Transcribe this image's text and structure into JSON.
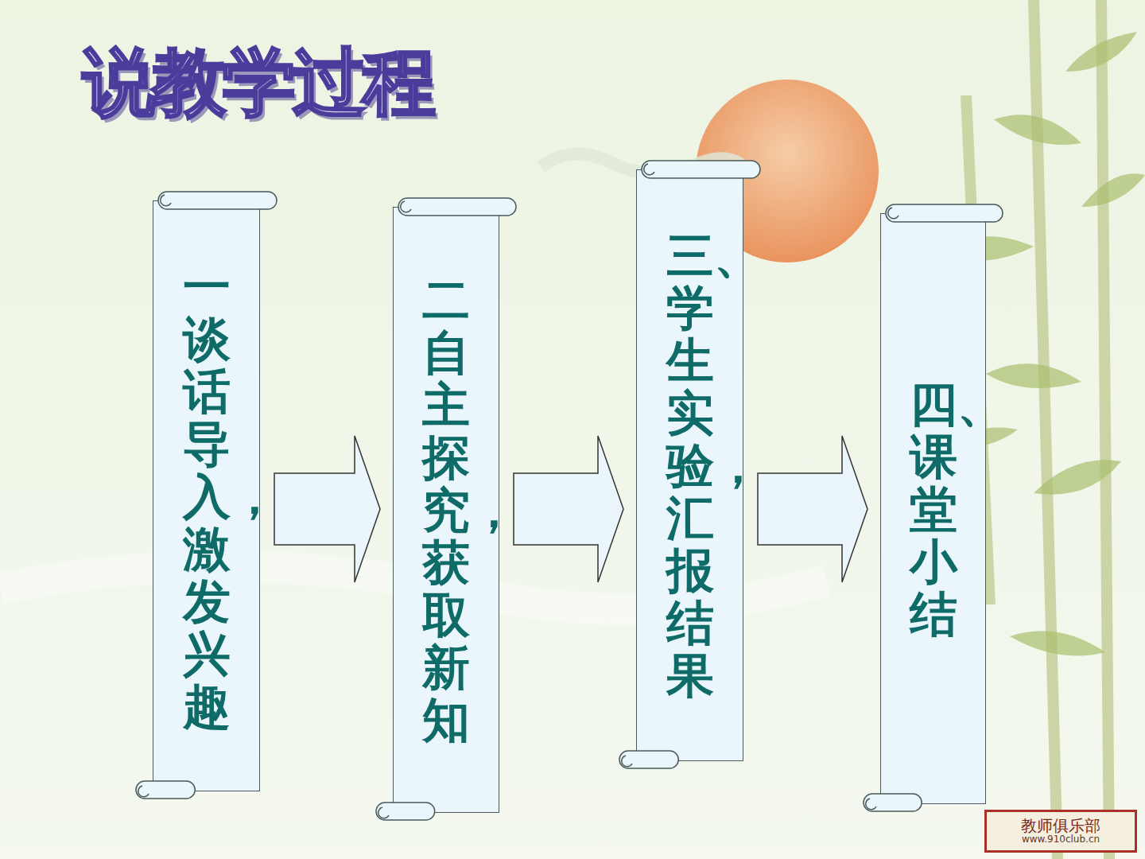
{
  "diagram": {
    "title": "说教学过程",
    "nodes": [
      {
        "text": [
          "一谈话导入，激发兴趣"
        ]
      },
      {
        "text": [
          "二自主探究，获取新知"
        ]
      },
      {
        "text": [
          "三、学生实验，汇报结果"
        ]
      },
      {
        "text": [
          "四、课堂小结"
        ]
      }
    ],
    "edges": [
      {
        "from": 0,
        "to": 1,
        "arrow": "to"
      },
      {
        "from": 1,
        "to": 2,
        "arrow": "to"
      },
      {
        "from": 2,
        "to": 3,
        "arrow": "to"
      }
    ],
    "labels": [
      "教师俱乐部",
      "www.910club.cn"
    ]
  }
}
